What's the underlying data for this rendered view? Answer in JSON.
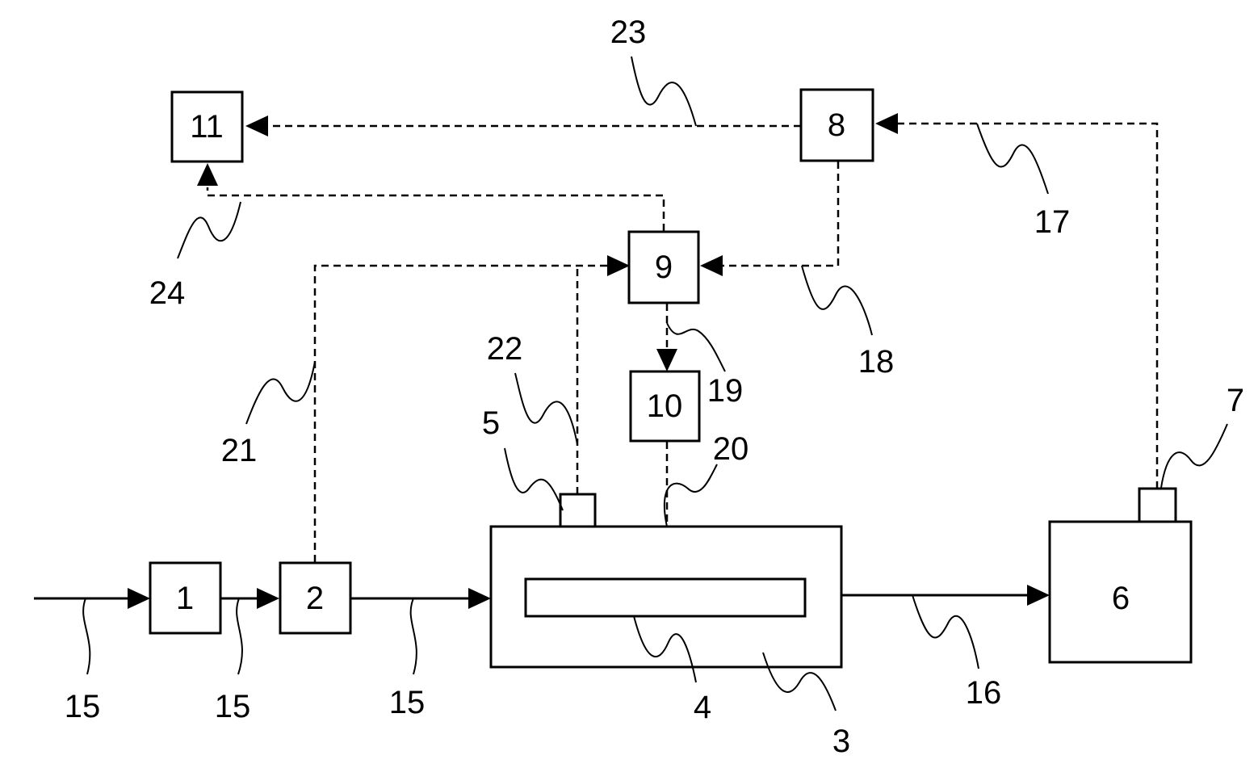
{
  "boxes": {
    "b1": "1",
    "b2": "2",
    "b6": "6",
    "b8": "8",
    "b9": "9",
    "b10": "10",
    "b11": "11"
  },
  "refs": {
    "r3": "3",
    "r4": "4",
    "r5": "5",
    "r7": "7",
    "r15a": "15",
    "r15b": "15",
    "r15c": "15",
    "r16": "16",
    "r17": "17",
    "r18": "18",
    "r19": "19",
    "r20": "20",
    "r21": "21",
    "r22": "22",
    "r23": "23",
    "r24": "24"
  }
}
